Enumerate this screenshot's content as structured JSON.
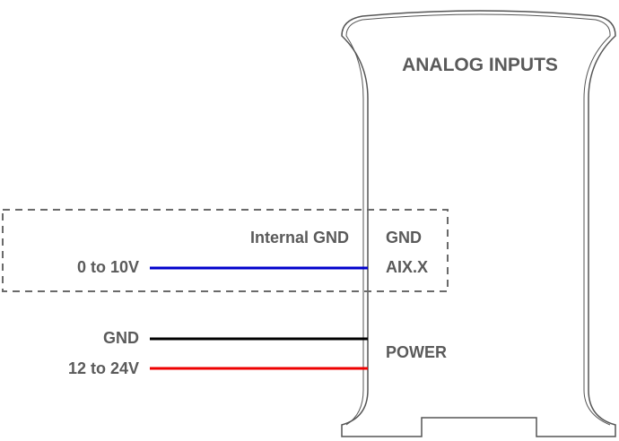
{
  "device": {
    "title": "ANALOG INPUTS",
    "terminals": {
      "gnd": "GND",
      "aix": "AIX.X",
      "power": "POWER"
    }
  },
  "wiring": {
    "internal_gnd": "Internal GND",
    "signal_label": "0 to 10V",
    "gnd_label": "GND",
    "supply_label": "12 to 24V"
  },
  "colors": {
    "signal_wire": "#0000cc",
    "gnd_wire": "#000000",
    "supply_wire": "#ee0000",
    "text": "#5a5a5a",
    "outline": "#555555",
    "dashed_box": "#6a6a6a"
  }
}
